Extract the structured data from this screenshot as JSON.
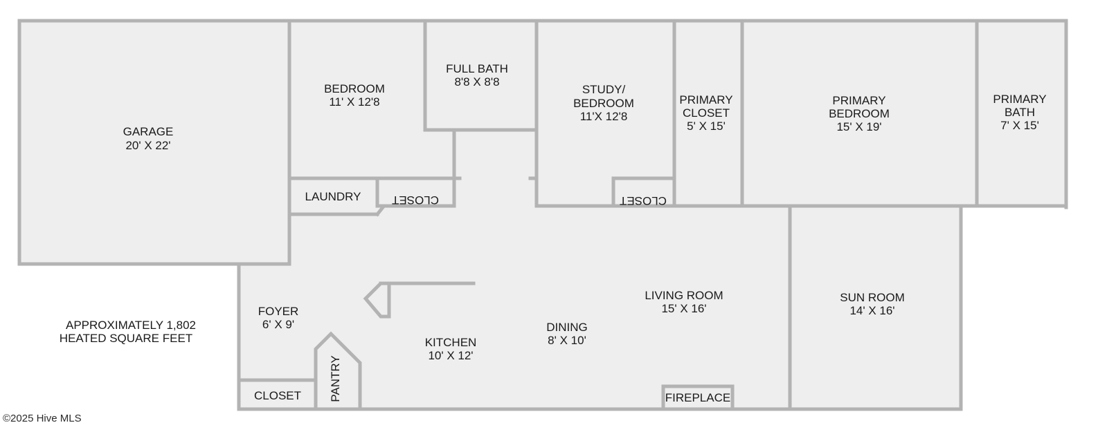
{
  "rooms": {
    "garage": {
      "name": "GARAGE",
      "dims": "20' X 22'"
    },
    "bedroom": {
      "name": "BEDROOM",
      "dims": "11' X 12'8"
    },
    "full_bath": {
      "name": "FULL BATH",
      "dims": "8'8 X 8'8"
    },
    "study": {
      "name": "STUDY/",
      "name2": "BEDROOM",
      "dims": "11'X 12'8"
    },
    "primary_closet": {
      "name": "PRIMARY",
      "name2": "CLOSET",
      "dims": "5' X 15'"
    },
    "primary_bedroom": {
      "name": "PRIMARY",
      "name2": "BEDROOM",
      "dims": "15' X 19'"
    },
    "primary_bath": {
      "name": "PRIMARY",
      "name2": "BATH",
      "dims": "7' X 15'"
    },
    "laundry": {
      "name": "LAUNDRY"
    },
    "closet_bedroom": {
      "name": "CLOSET"
    },
    "closet_study": {
      "name": "CLOSET"
    },
    "foyer": {
      "name": "FOYER",
      "dims": "6' X 9'"
    },
    "kitchen": {
      "name": "KITCHEN",
      "dims": "10' X 12'"
    },
    "dining": {
      "name": "DINING",
      "dims": "8' X 10'"
    },
    "living_room": {
      "name": "LIVING ROOM",
      "dims": "15' X 16'"
    },
    "sun_room": {
      "name": "SUN ROOM",
      "dims": "14' X 16'"
    },
    "closet_foyer": {
      "name": "CLOSET"
    },
    "pantry": {
      "name": "PANTRY"
    },
    "fireplace": {
      "name": "FIREPLACE"
    }
  },
  "note": {
    "line1": "APPROXIMATELY 1,802",
    "line2": "HEATED SQUARE FEET"
  },
  "copyright": "©2025 Hive MLS",
  "colors": {
    "wall": "#b3b3b3",
    "floor": "#eeeeee",
    "text": "#1a1a1a"
  }
}
